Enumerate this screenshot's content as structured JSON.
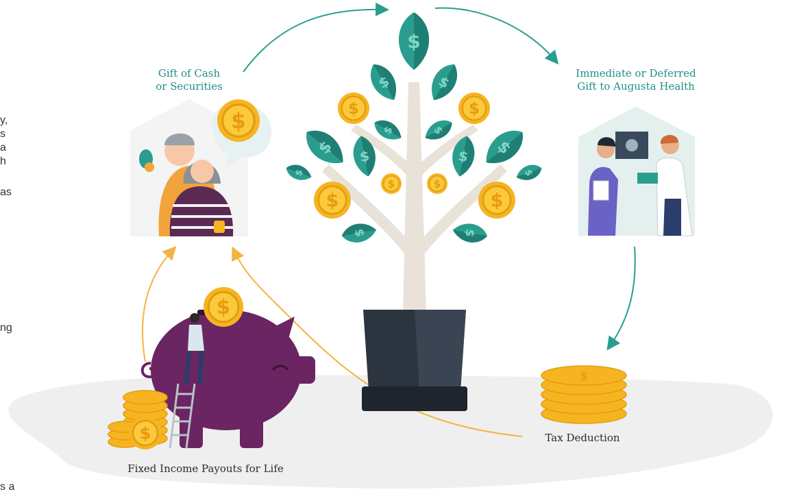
{
  "labels": {
    "gift_line1": "Gift of Cash",
    "gift_line2": "or Securities",
    "deferred_line1": "Immediate or Deferred",
    "deferred_line2": "Gift to Augusta Health",
    "tax": "Tax Deduction",
    "income": "Fixed Income Payouts for Life"
  },
  "cropped_text": {
    "line1": "y,",
    "line2": "s",
    "line3": "a",
    "line4": "h",
    "line5": "as",
    "line6": "ng",
    "line7": "s a"
  },
  "colors": {
    "teal_text": "#1d8f86",
    "leaf": "#2a9d8f",
    "leaf_dark": "#1f6f66",
    "coin": "#f6b420",
    "pig": "#6b2563",
    "pot": "#2c3440",
    "arrow_teal": "#2a9d8f",
    "arrow_gold": "#f5b342",
    "ground": "#eeeeee"
  },
  "icons": [
    "dollar-coin-icon",
    "money-tree-icon",
    "piggy-bank-icon",
    "couple-icon",
    "doctor-patient-icon",
    "coin-stack-icon"
  ]
}
